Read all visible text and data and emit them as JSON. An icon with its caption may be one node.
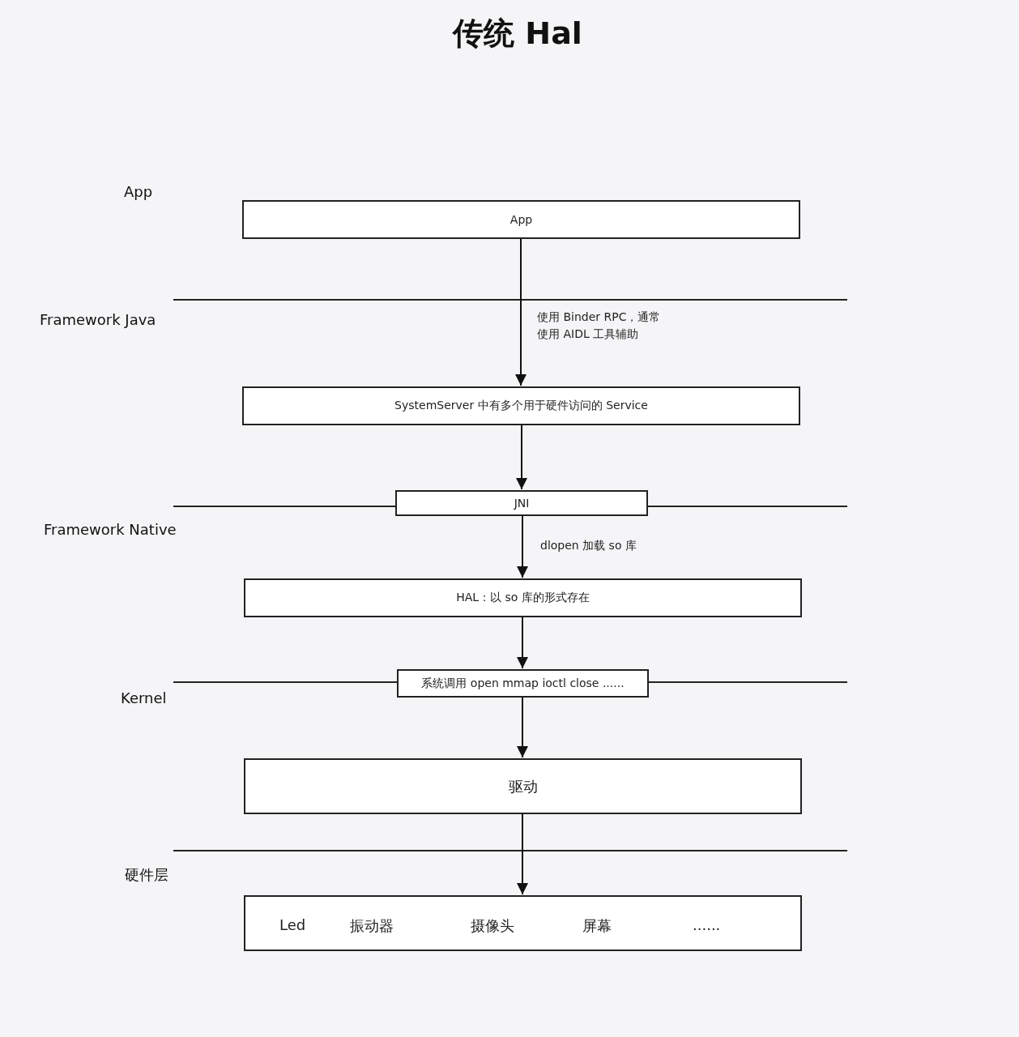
{
  "diagram": {
    "title": "传统 Hal",
    "nodes": [
      {
        "text": [
          "App"
        ]
      },
      {
        "text": [
          "SystemServer 中有多个用于硬件访问的 Service"
        ]
      },
      {
        "text": [
          "JNI"
        ]
      },
      {
        "text": [
          "HAL：以 so 库的形式存在"
        ]
      },
      {
        "text": [
          "系统调用 open mmap ioctl close ......"
        ]
      },
      {
        "text": [
          "驱动"
        ]
      },
      {
        "text": [
          "Led",
          "振动器",
          "摄像头",
          "屏幕",
          "......"
        ]
      }
    ],
    "edges": [
      {
        "from": 0,
        "to": 1,
        "arrow": "to",
        "label": "使用 Binder RPC，通常使用 AIDL 工具辅助"
      },
      {
        "from": 1,
        "to": 2,
        "arrow": "to"
      },
      {
        "from": 2,
        "to": 3,
        "arrow": "to",
        "label": "dlopen 加载 so 库"
      },
      {
        "from": 3,
        "to": 4,
        "arrow": "to"
      },
      {
        "from": 4,
        "to": 5,
        "arrow": "to"
      },
      {
        "from": 5,
        "to": 6,
        "arrow": "to"
      }
    ],
    "labels": [
      "App",
      "Framework Java",
      "Framework Native",
      "Kernel",
      "硬件层"
    ]
  }
}
